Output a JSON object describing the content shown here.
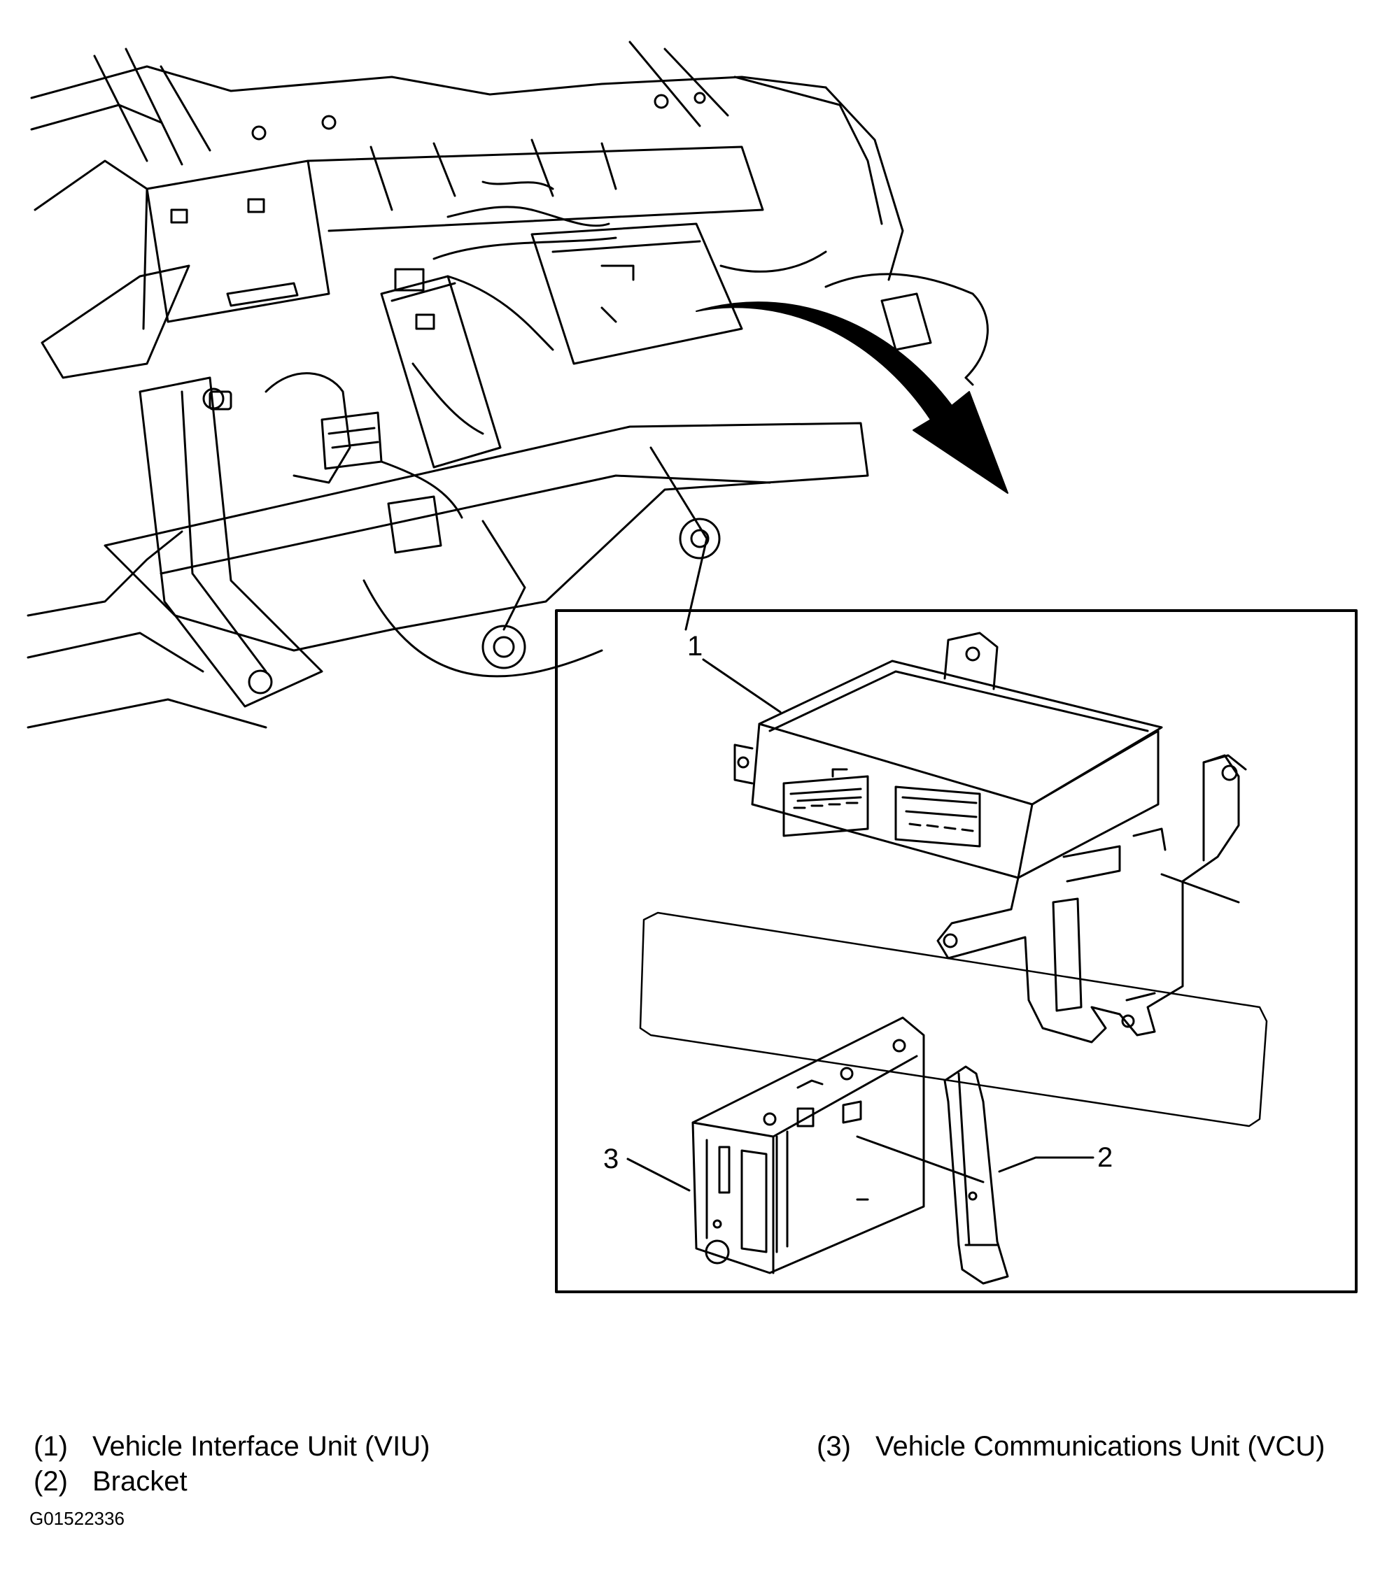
{
  "callouts": {
    "c1": "1",
    "c2": "2",
    "c3": "3"
  },
  "legend": [
    {
      "number": "(1)",
      "label": "Vehicle Interface Unit (VIU)"
    },
    {
      "number": "(2)",
      "label": "Bracket"
    },
    {
      "number": "(3)",
      "label": "Vehicle Communications Unit (VCU)"
    }
  ],
  "figure_id": "G01522336"
}
